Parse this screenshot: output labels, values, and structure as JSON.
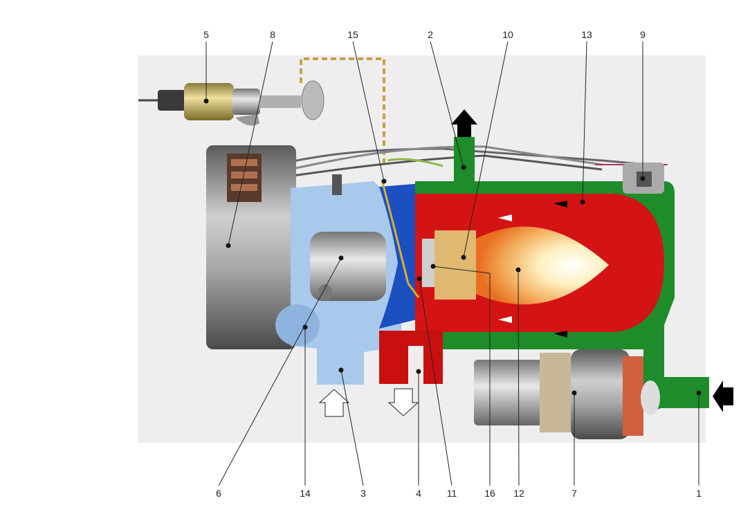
{
  "callout_numbers": [
    "5",
    "8",
    "15",
    "2",
    "10",
    "13",
    "9",
    "6",
    "14",
    "3",
    "4",
    "11",
    "16",
    "12",
    "7",
    "1"
  ],
  "colors": {
    "coolant_circuit": "#1e8c2a",
    "combustion_chamber": "#d41414",
    "flame_core": "#fff2c8",
    "combustion_air": "#a8c8ec",
    "blower_housing": "#1c4fbf",
    "metal_grey": "#8a8a8a",
    "dosing_pump_brass": "#d8c070",
    "arrow_flow": "#ffffff",
    "inlet_arrow": "#000000"
  },
  "icons": {
    "air_inlet": "hollow-arrow-up",
    "exhaust_outlet": "hollow-arrow-down",
    "coolant_in": "solid-arrow-left",
    "coolant_out": "solid-arrow-up"
  }
}
